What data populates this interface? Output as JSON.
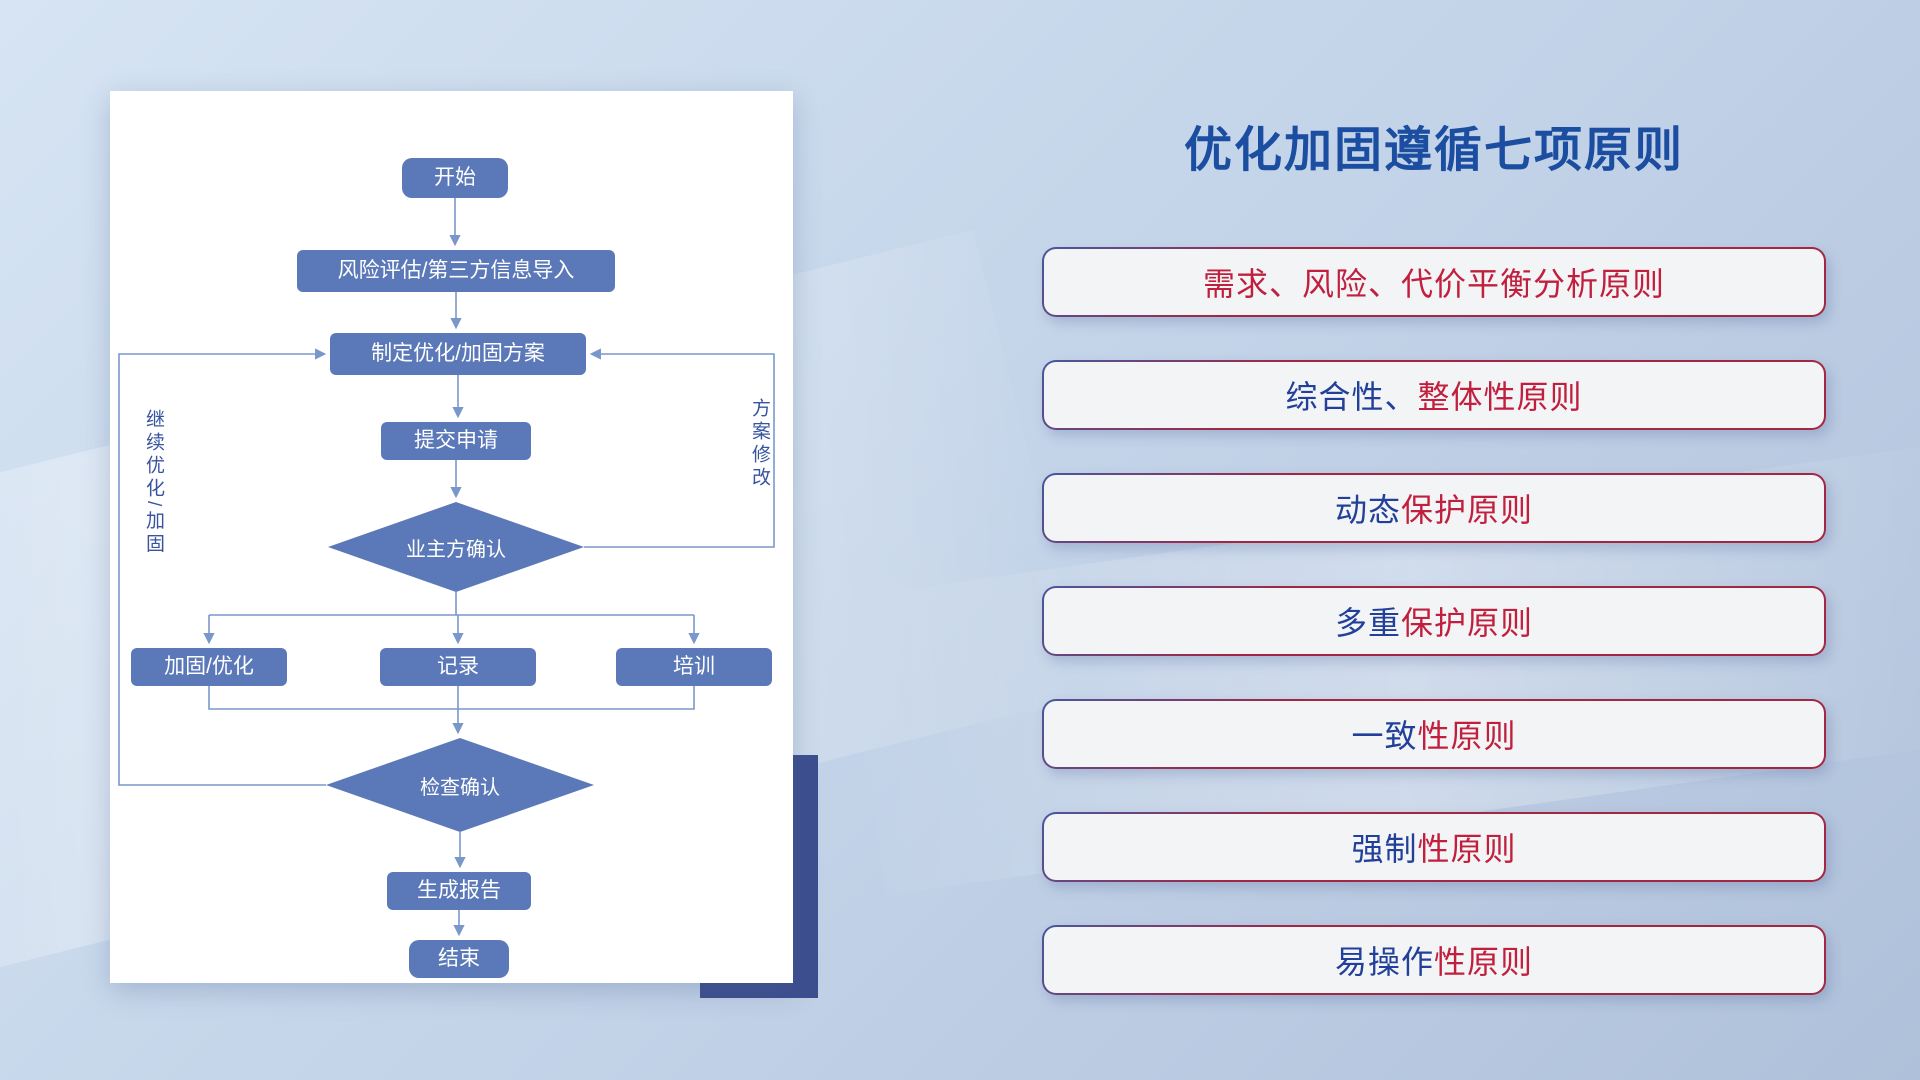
{
  "title": "优化加固遵循七项原则",
  "colors": {
    "title_blue": "#1b4da1",
    "node_fill": "#5b79b8",
    "node_text": "#ffffff",
    "connector": "#7a97cc",
    "principle_blue": "#22409a",
    "principle_red": "#c11f3e",
    "panel_accent": "#3d4e8e"
  },
  "flowchart": {
    "nodes": {
      "start": "开始",
      "risk": "风险评估/第三方信息导入",
      "plan": "制定优化/加固方案",
      "submit": "提交申请",
      "owner_confirm": "业主方确认",
      "reinforce": "加固/优化",
      "record": "记录",
      "training": "培训",
      "check_confirm": "检查确认",
      "report": "生成报告",
      "end": "结束"
    },
    "edge_labels": {
      "continue": "继续优化/加固",
      "modify": "方案修改"
    }
  },
  "principles": [
    {
      "blue": "",
      "red": "需求、风险、代价平衡分析原则"
    },
    {
      "blue": "综合性、",
      "red": "整体性原则"
    },
    {
      "blue": "动态",
      "red": "保护原则"
    },
    {
      "blue": "多重",
      "red": "保护原则"
    },
    {
      "blue": "一致",
      "red": "性原则"
    },
    {
      "blue": "强制",
      "red": "性原则"
    },
    {
      "blue": "易操作",
      "red": "性原则"
    }
  ]
}
